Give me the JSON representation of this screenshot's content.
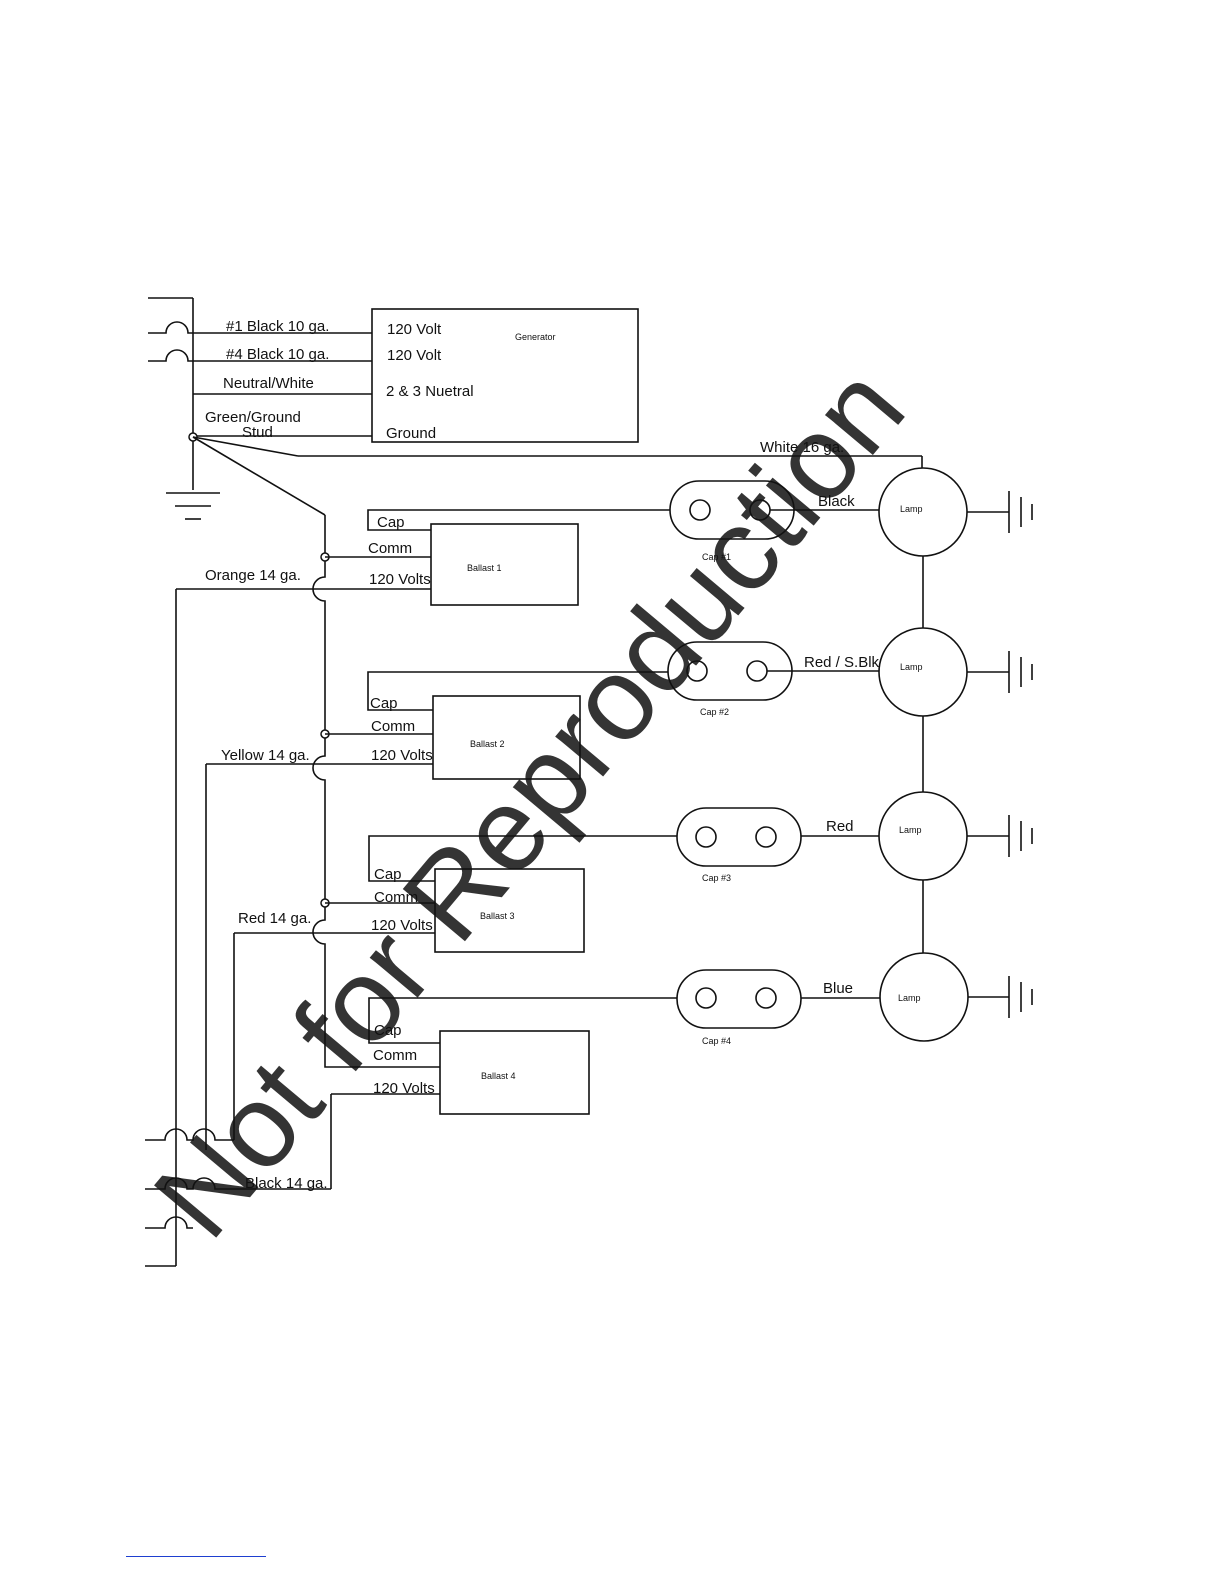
{
  "watermark": "Not for Reproduction",
  "generator": {
    "title": "Generator",
    "terminals": [
      "120 Volt",
      "120 Volt",
      "2 & 3 Nuetral",
      "Ground"
    ]
  },
  "supply_wires": {
    "line1": "#1  Black  10 ga.",
    "line4": "#4  Black 10 ga.",
    "neutral": "Neutral/White",
    "ground_line1": "Green/Ground",
    "ground_line2": "Stud",
    "white": "White 16 ga."
  },
  "circuit_wires": {
    "orange": "Orange 14 ga.",
    "yellow": "Yellow 14 ga.",
    "red": "Red 14 ga.",
    "black": "Black 14 ga."
  },
  "ballasts": [
    {
      "name": "Ballast 1",
      "cap": "Cap",
      "comm": "Comm",
      "volts": "120 Volts"
    },
    {
      "name": "Ballast 2",
      "cap": "Cap",
      "comm": "Comm",
      "volts": "120 Volts"
    },
    {
      "name": "Ballast 3",
      "cap": "Cap",
      "comm": "Comm",
      "volts": "120 Volts"
    },
    {
      "name": "Ballast 4",
      "cap": "Cap",
      "comm": "Comm",
      "volts": "120 Volts"
    }
  ],
  "capacitors": [
    "Cap #1",
    "Cap #2",
    "Cap #3",
    "Cap #4"
  ],
  "lamp_wires": [
    "Black",
    "Red / S.Blk",
    "Red",
    "Blue"
  ],
  "lamps": [
    "Lamp",
    "Lamp",
    "Lamp",
    "Lamp"
  ]
}
